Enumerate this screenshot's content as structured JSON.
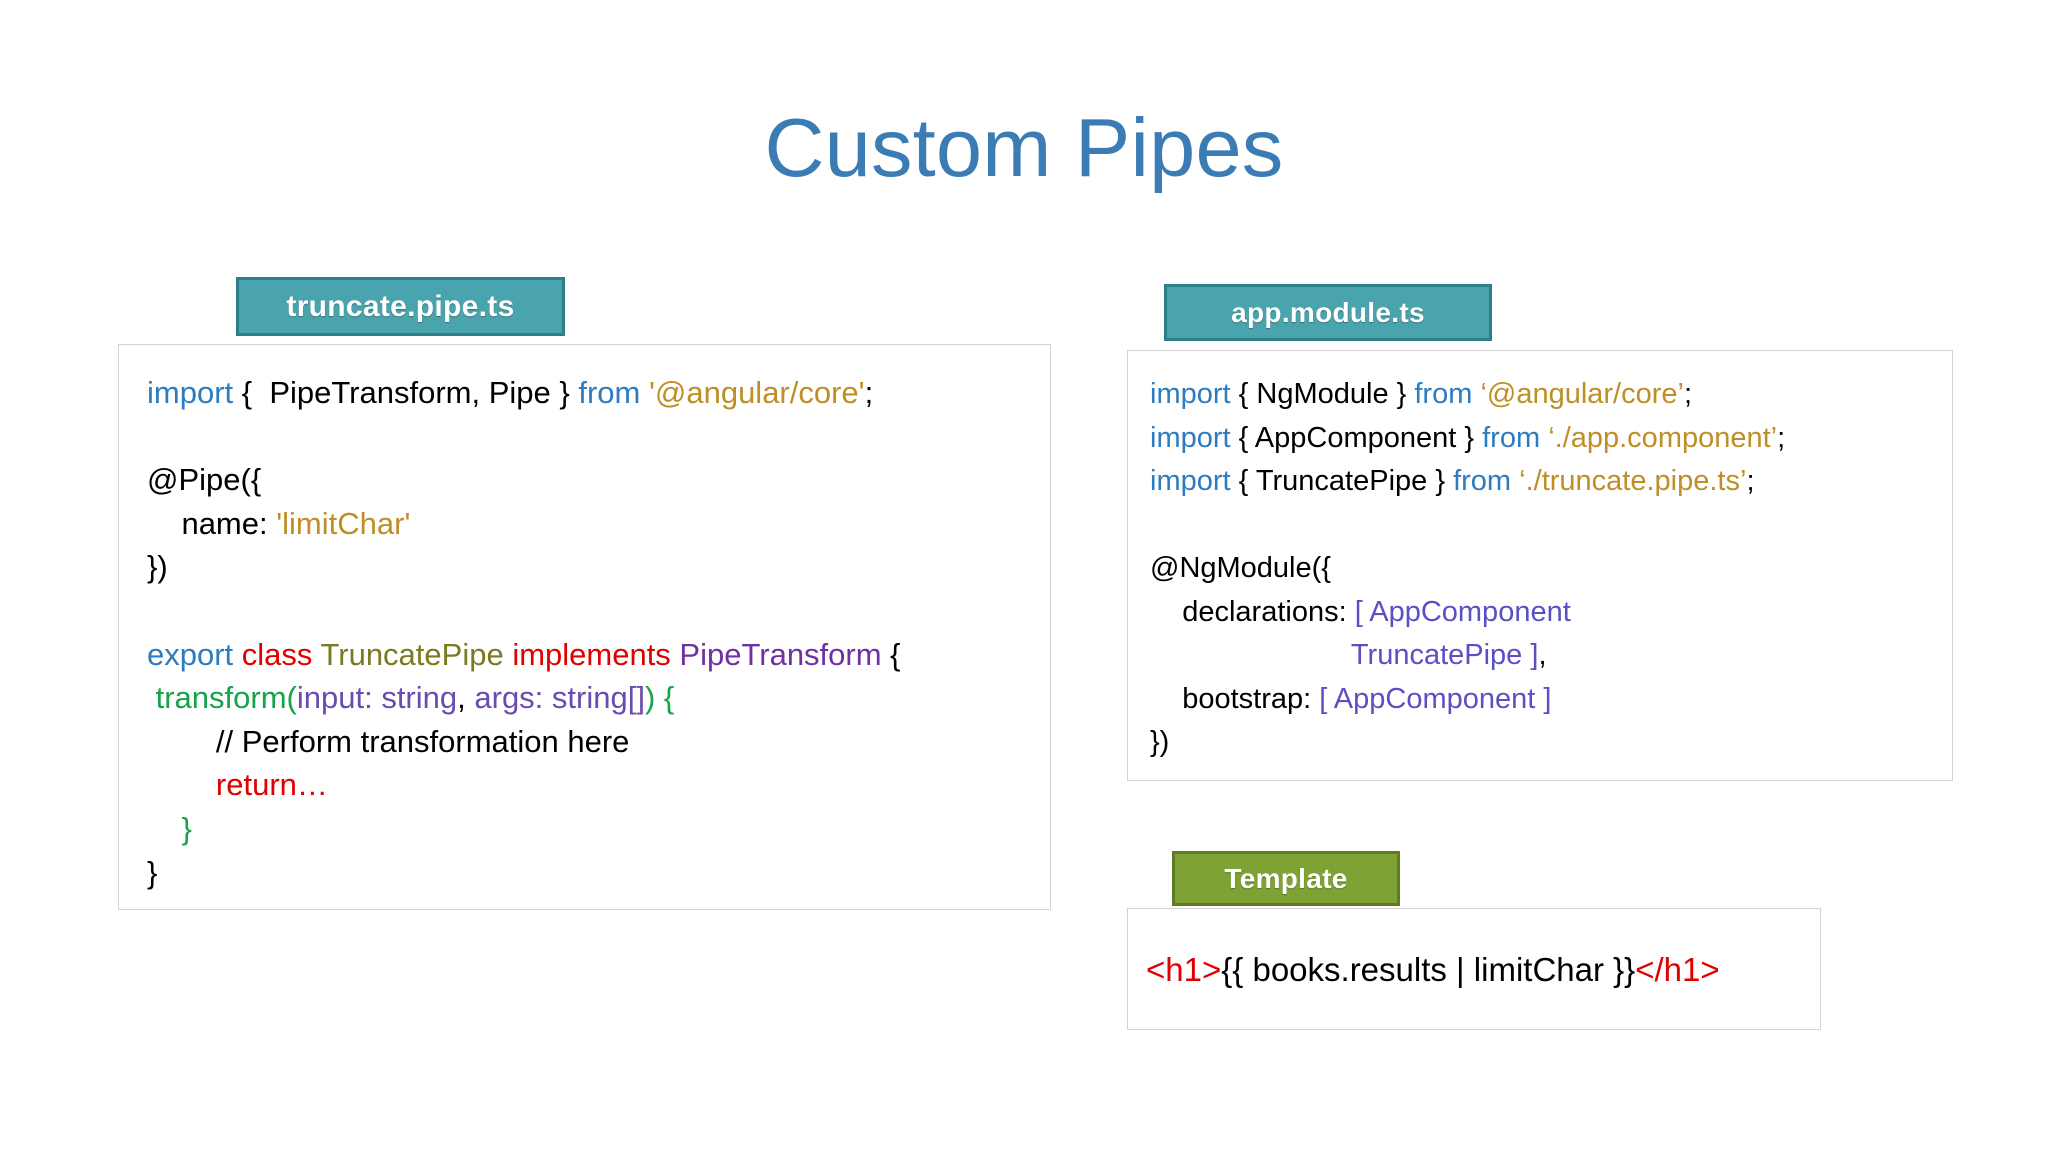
{
  "slide": {
    "title": "Custom Pipes",
    "title_color": "#3b7cb5",
    "background": "#ffffff"
  },
  "badges": {
    "truncate": {
      "label": "truncate.pipe.ts",
      "fill": "#4aa4ad",
      "border": "#2f7f8a"
    },
    "app_module": {
      "label": "app.module.ts",
      "fill": "#4aa4ad",
      "border": "#2f7f8a"
    },
    "template": {
      "label": "Template",
      "fill": "#7fa235",
      "border": "#5f7c21"
    }
  },
  "panels": {
    "truncate_pipe": {
      "lines": [
        {
          "tokens": [
            {
              "t": "import ",
              "c": "kw-blue"
            },
            {
              "t": "{  PipeTransform, Pipe } ",
              "c": "plain"
            },
            {
              "t": "from ",
              "c": "kw-blue"
            },
            {
              "t": "'@angular/core'",
              "c": "str-gold"
            },
            {
              "t": ";",
              "c": "plain"
            }
          ]
        },
        {
          "tokens": []
        },
        {
          "tokens": [
            {
              "t": "@Pipe({",
              "c": "plain"
            }
          ]
        },
        {
          "tokens": [
            {
              "t": "    name: ",
              "c": "plain"
            },
            {
              "t": "'limitChar'",
              "c": "str-gold"
            }
          ]
        },
        {
          "tokens": [
            {
              "t": "})",
              "c": "plain"
            }
          ]
        },
        {
          "tokens": []
        },
        {
          "tokens": [
            {
              "t": "export ",
              "c": "kw-blue"
            },
            {
              "t": "class ",
              "c": "kw-red"
            },
            {
              "t": "TruncatePipe ",
              "c": "kw-olive"
            },
            {
              "t": "implements ",
              "c": "kw-red"
            },
            {
              "t": "PipeTransform ",
              "c": "kw-purple"
            },
            {
              "t": "{",
              "c": "plain"
            }
          ]
        },
        {
          "tokens": [
            {
              "t": " ",
              "c": "plain"
            },
            {
              "t": "transform",
              "c": "fn-green"
            },
            {
              "t": "(",
              "c": "fn-green"
            },
            {
              "t": "input: string",
              "c": "param-purp"
            },
            {
              "t": ", ",
              "c": "plain"
            },
            {
              "t": "args: string[]",
              "c": "param-purp"
            },
            {
              "t": ")",
              "c": "fn-green"
            },
            {
              "t": " ",
              "c": "plain"
            },
            {
              "t": "{",
              "c": "fn-green"
            }
          ]
        },
        {
          "tokens": [
            {
              "t": "        // Perform transformation here",
              "c": "plain"
            }
          ]
        },
        {
          "tokens": [
            {
              "t": "        return…",
              "c": "kw-red"
            }
          ]
        },
        {
          "tokens": [
            {
              "t": "    }",
              "c": "fn-green"
            }
          ]
        },
        {
          "tokens": [
            {
              "t": "}",
              "c": "plain"
            }
          ]
        }
      ]
    },
    "app_module": {
      "lines": [
        {
          "tokens": [
            {
              "t": "import ",
              "c": "kw-blue"
            },
            {
              "t": "{ NgModule } ",
              "c": "plain"
            },
            {
              "t": "from ",
              "c": "kw-blue"
            },
            {
              "t": "‘@angular/core’",
              "c": "str-gold"
            },
            {
              "t": ";",
              "c": "plain"
            }
          ]
        },
        {
          "tokens": [
            {
              "t": "import ",
              "c": "kw-blue"
            },
            {
              "t": "{ AppComponent } ",
              "c": "plain"
            },
            {
              "t": "from ",
              "c": "kw-blue"
            },
            {
              "t": "‘./app.component’",
              "c": "str-gold"
            },
            {
              "t": ";",
              "c": "plain"
            }
          ]
        },
        {
          "tokens": [
            {
              "t": "import ",
              "c": "kw-blue"
            },
            {
              "t": "{ TruncatePipe } ",
              "c": "plain"
            },
            {
              "t": "from ",
              "c": "kw-blue"
            },
            {
              "t": "‘./truncate.pipe.ts’",
              "c": "str-gold"
            },
            {
              "t": ";",
              "c": "plain"
            }
          ]
        },
        {
          "tokens": []
        },
        {
          "tokens": [
            {
              "t": "@NgModule({",
              "c": "plain"
            }
          ]
        },
        {
          "tokens": [
            {
              "t": "    declarations: ",
              "c": "plain"
            },
            {
              "t": "[ AppComponent",
              "c": "kw-violet"
            }
          ]
        },
        {
          "tokens": [
            {
              "t": "                         ",
              "c": "plain"
            },
            {
              "t": "TruncatePipe ]",
              "c": "kw-violet"
            },
            {
              "t": ",",
              "c": "plain"
            }
          ]
        },
        {
          "tokens": [
            {
              "t": "    bootstrap: ",
              "c": "plain"
            },
            {
              "t": "[ AppComponent ]",
              "c": "kw-violet"
            }
          ]
        },
        {
          "tokens": [
            {
              "t": "})",
              "c": "plain"
            }
          ]
        }
      ]
    },
    "template": {
      "lines": [
        {
          "tokens": [
            {
              "t": "<h1>",
              "c": "tag-red"
            },
            {
              "t": "{{ books.results | limitChar }}",
              "c": "plain"
            },
            {
              "t": "</h1>",
              "c": "tag-red"
            }
          ]
        }
      ]
    }
  }
}
